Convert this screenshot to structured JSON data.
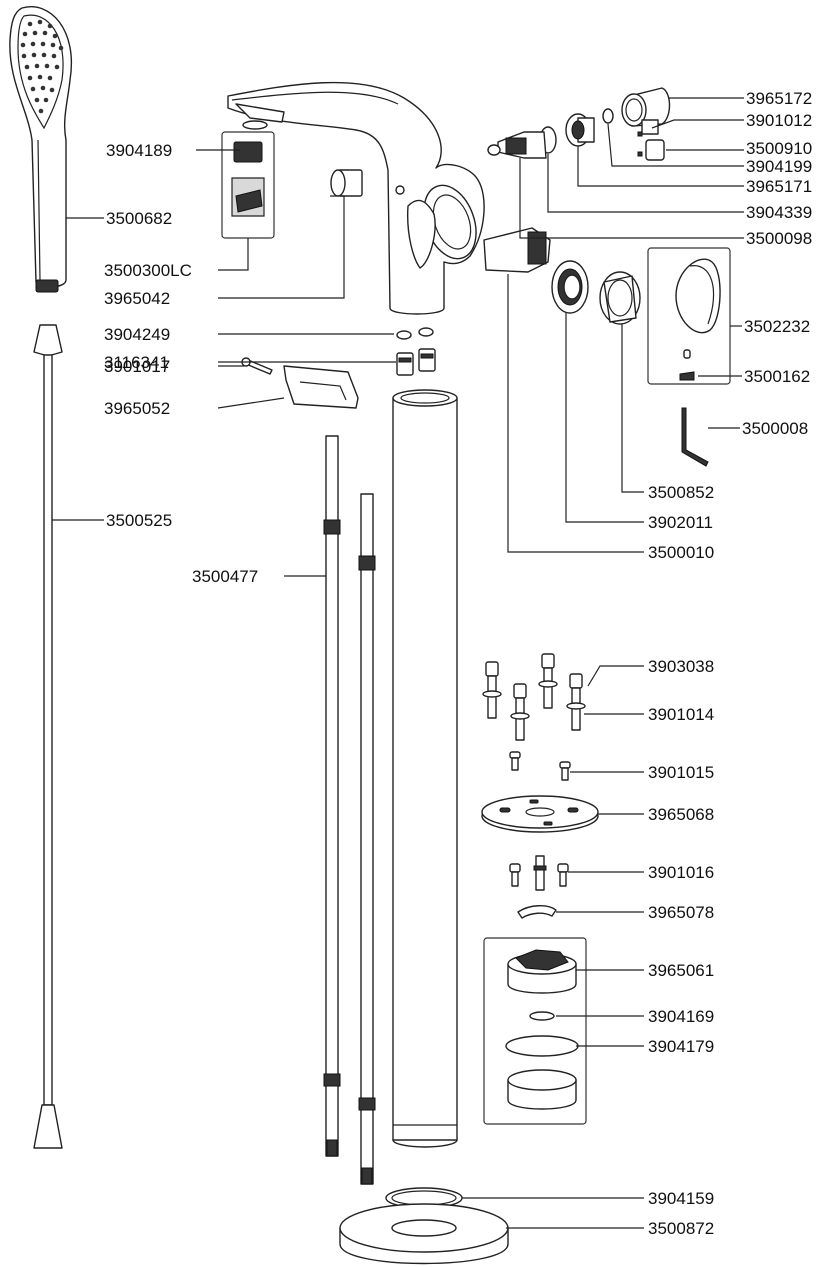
{
  "diagram": {
    "labels": {
      "p3965172": "3965172",
      "p3901012": "3901012",
      "p3500910": "3500910",
      "p3904199": "3904199",
      "p3965171": "3965171",
      "p3904339": "3904339",
      "p3500098": "3500098",
      "p3502232": "3502232",
      "p3500162": "3500162",
      "p3500008": "3500008",
      "p3500852": "3500852",
      "p3902011": "3902011",
      "p3500010": "3500010",
      "p3904189": "3904189",
      "p3500682": "3500682",
      "p3500300LC": "3500300LC",
      "p3965042": "3965042",
      "p3904249": "3904249",
      "p3116341": "3116341",
      "p3901017": "3901017",
      "p3965052": "3965052",
      "p3500525": "3500525",
      "p3500477": "3500477",
      "p3903038": "3903038",
      "p3901014": "3901014",
      "p3901015": "3901015",
      "p3965068": "3965068",
      "p3901016": "3901016",
      "p3965078": "3965078",
      "p3965061": "3965061",
      "p3904169": "3904169",
      "p3904179": "3904179",
      "p3904159": "3904159",
      "p3500872": "3500872"
    }
  }
}
